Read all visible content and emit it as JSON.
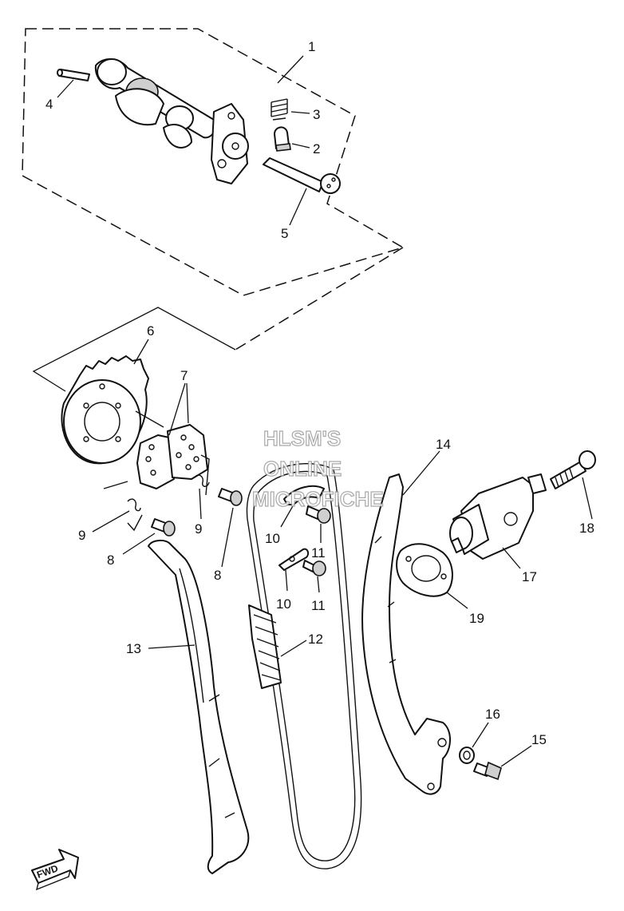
{
  "watermark": {
    "line1": "HLSM'S",
    "line2": "ONLINE",
    "line3": "MICROFICHE"
  },
  "fwd_label": "FWD",
  "callouts": {
    "c1": "1",
    "c2": "2",
    "c3": "3",
    "c4": "4",
    "c5": "5",
    "c6": "6",
    "c7": "7",
    "c8a": "8",
    "c8b": "8",
    "c9a": "9",
    "c9b": "9",
    "c10a": "10",
    "c10b": "10",
    "c11a": "11",
    "c11b": "11",
    "c12": "12",
    "c13": "13",
    "c14": "14",
    "c15": "15",
    "c16": "16",
    "c17": "17",
    "c18": "18",
    "c19": "19"
  }
}
